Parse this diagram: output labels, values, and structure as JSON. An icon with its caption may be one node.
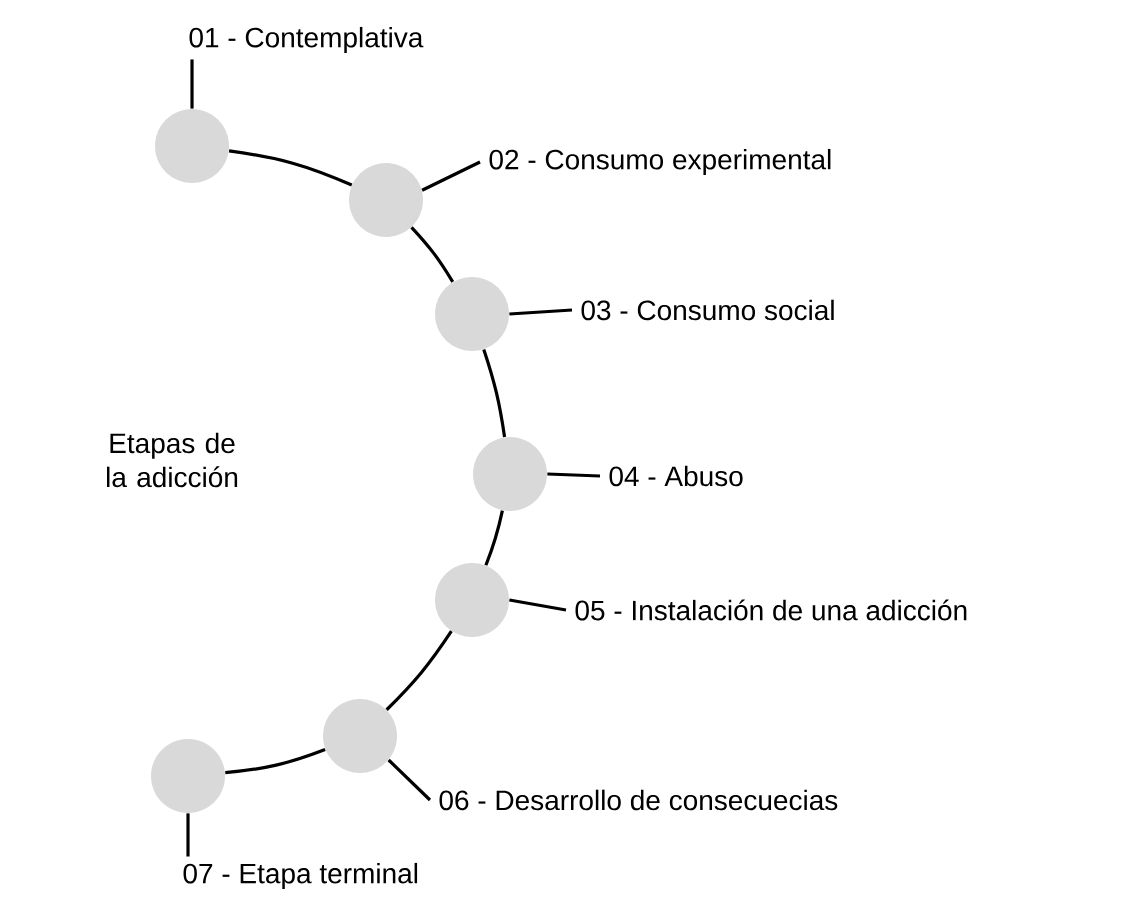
{
  "diagram": {
    "nodes": [
      {
        "text": [],
        "shape": "circle"
      },
      {
        "text": [],
        "shape": "circle"
      },
      {
        "text": [],
        "shape": "circle"
      },
      {
        "text": [],
        "shape": "circle"
      },
      {
        "text": [],
        "shape": "circle"
      },
      {
        "text": [],
        "shape": "circle"
      },
      {
        "text": [],
        "shape": "circle"
      },
      {
        "text": [
          "01 - Contemplativa"
        ]
      },
      {
        "text": [
          "02 - Consumo experimental"
        ]
      },
      {
        "text": [
          "03 - Consumo social"
        ]
      },
      {
        "text": [
          "04 - Abuso"
        ]
      },
      {
        "text": [
          "05 - Instalación de una adicción"
        ]
      },
      {
        "text": [
          "06 - Desarrollo de consecuecias"
        ]
      },
      {
        "text": [
          "07 - Etapa terminal"
        ]
      }
    ],
    "edges": [
      {
        "from": 0,
        "to": 1,
        "arrow": "none"
      },
      {
        "from": 1,
        "to": 2,
        "arrow": "none"
      },
      {
        "from": 2,
        "to": 3,
        "arrow": "none"
      },
      {
        "from": 3,
        "to": 4,
        "arrow": "none"
      },
      {
        "from": 4,
        "to": 5,
        "arrow": "none"
      },
      {
        "from": 5,
        "to": 6,
        "arrow": "none"
      },
      {
        "from": 7,
        "to": 0,
        "arrow": "none"
      },
      {
        "from": 8,
        "to": 1,
        "arrow": "none"
      },
      {
        "from": 9,
        "to": 2,
        "arrow": "none"
      },
      {
        "from": 10,
        "to": 3,
        "arrow": "none"
      },
      {
        "from": 11,
        "to": 4,
        "arrow": "none"
      },
      {
        "from": 12,
        "to": 5,
        "arrow": "none"
      },
      {
        "from": 13,
        "to": 6,
        "arrow": "none"
      }
    ],
    "title": "Etapas de la adicción"
  }
}
